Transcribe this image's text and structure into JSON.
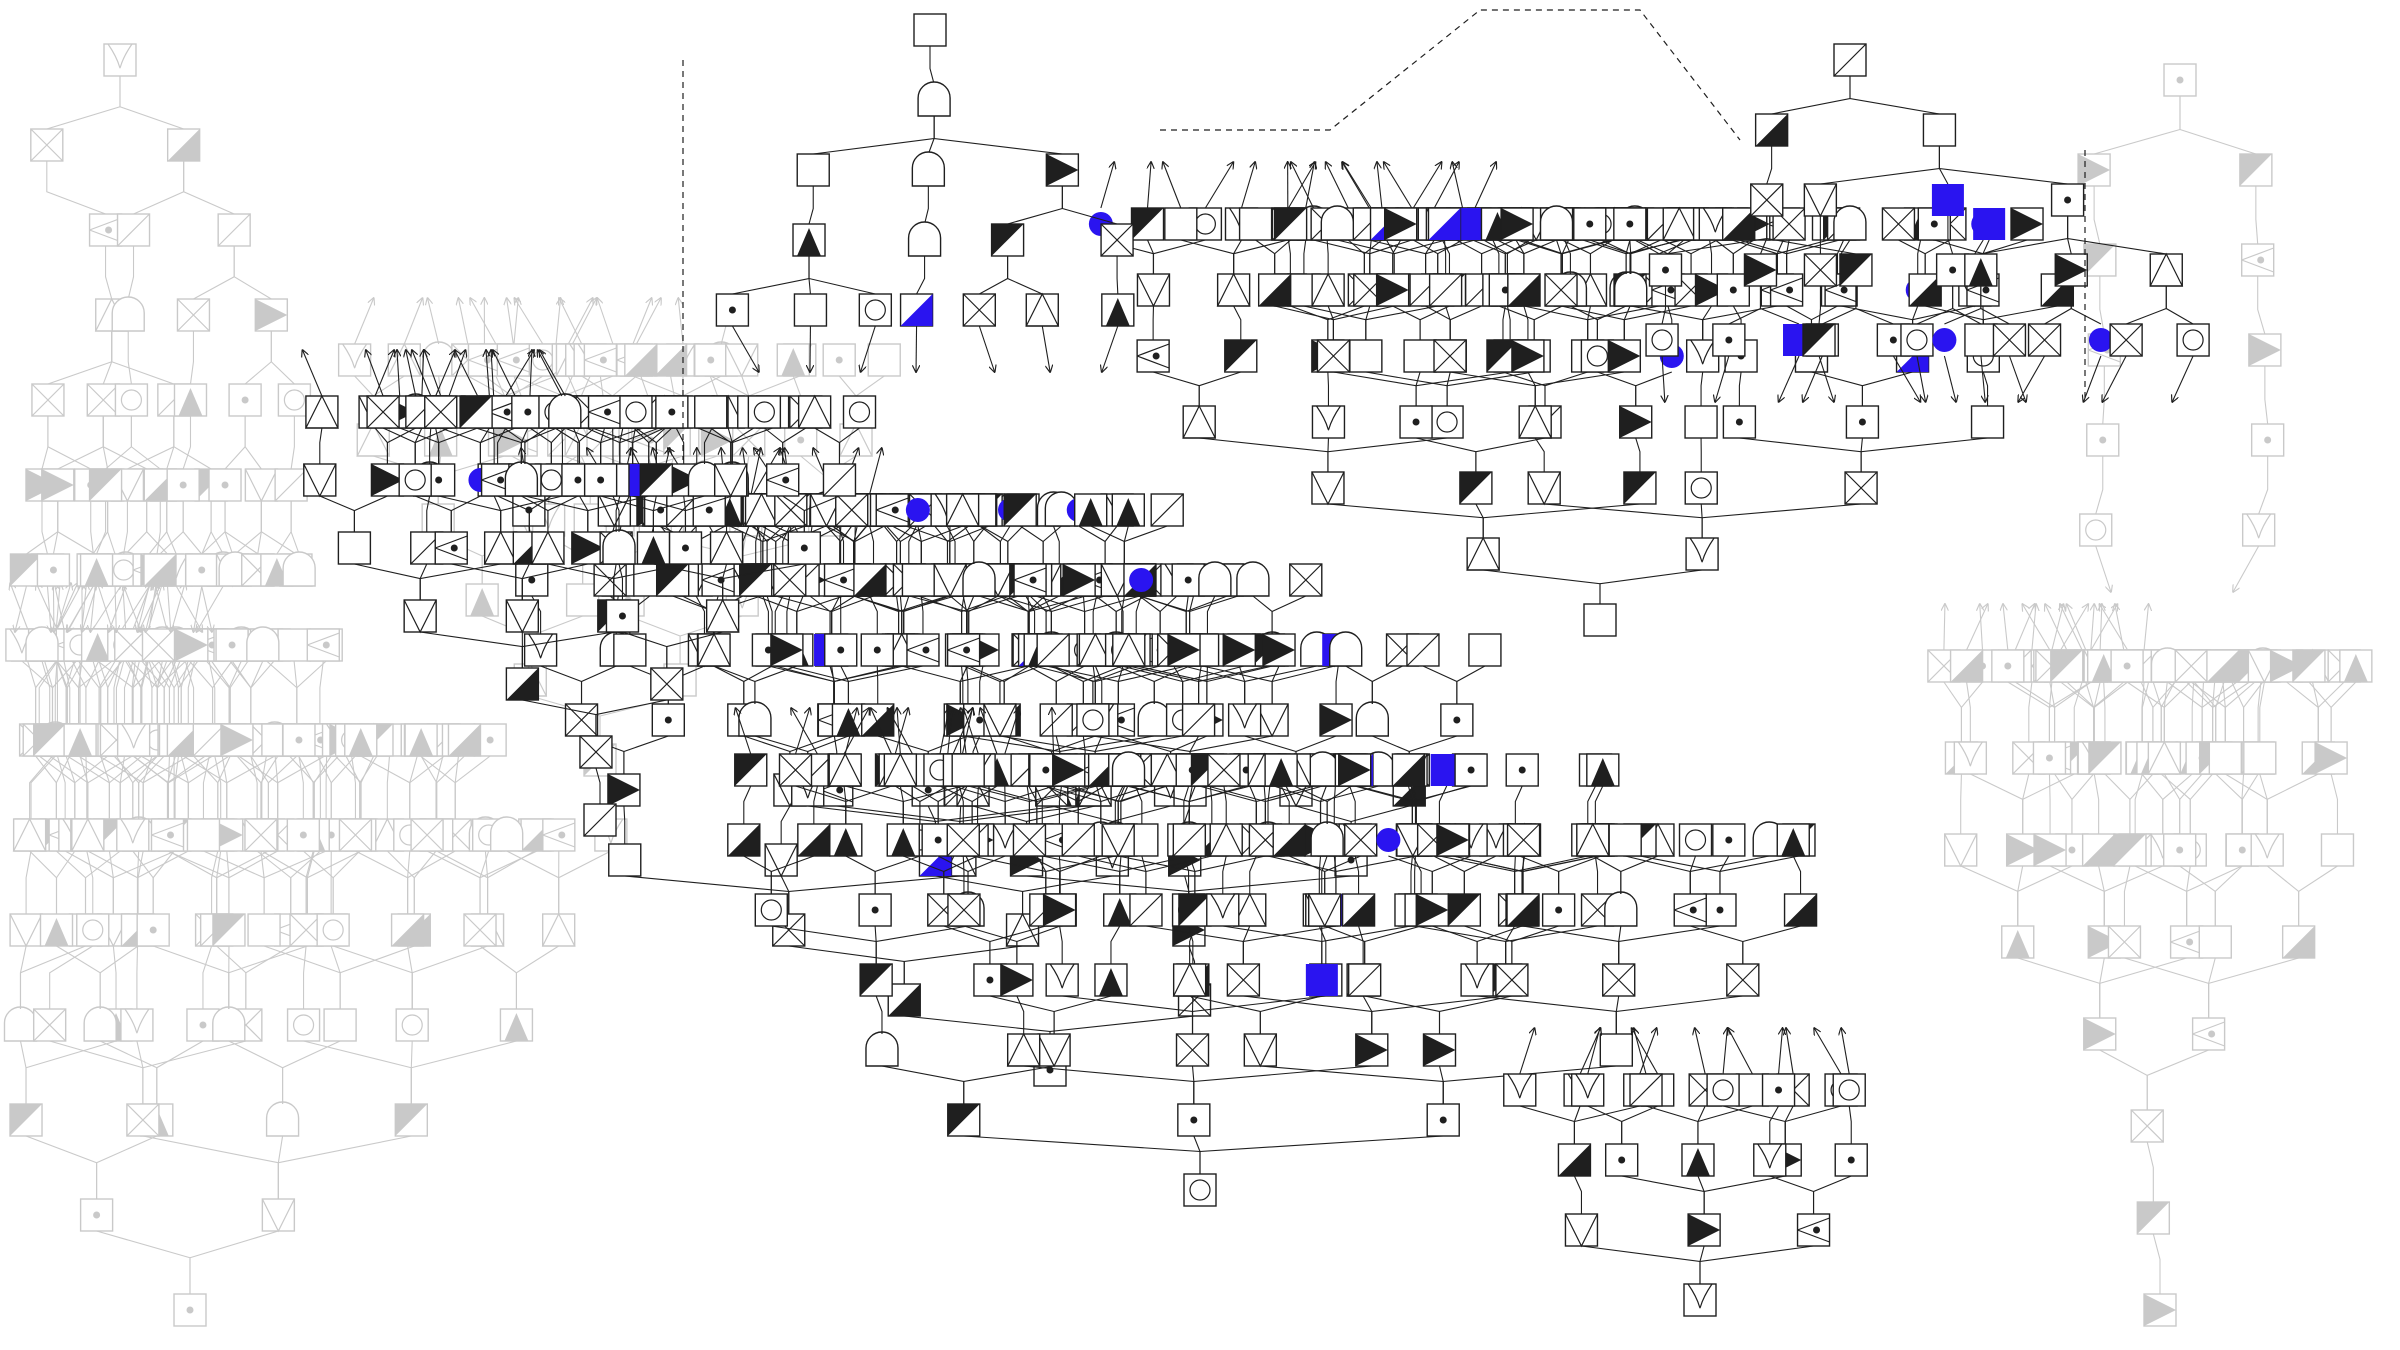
{
  "diagram": {
    "kind": "node-link tree network of glyph boxes",
    "colors": {
      "background": "#ffffff",
      "ink": "#1f1f1f",
      "faded_ink": "#8a8a8a",
      "accent": "#2a14f0"
    },
    "glyph_types": [
      "square",
      "dot-square",
      "cross-square",
      "diag-square",
      "half-dark-square",
      "arrow-square",
      "triangle-square",
      "arch-square",
      "circle-square",
      "filled-circle",
      "filled-square"
    ],
    "has_arrowheads": true,
    "has_dashed_connectors": true,
    "text_labels": []
  }
}
